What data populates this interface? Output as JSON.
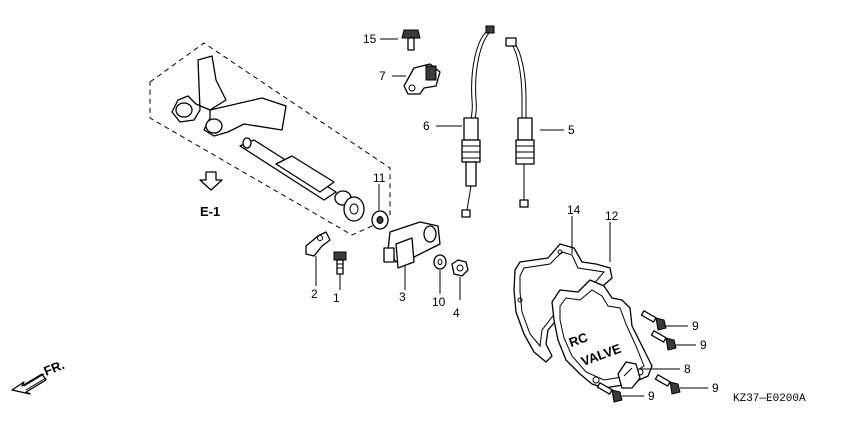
{
  "diagram": {
    "section_reference": "E-1",
    "direction_label": "FR.",
    "drawing_code": "KZ37—E0200A",
    "valve_cover_text": [
      "RC",
      "VALVE"
    ],
    "callouts": [
      "15",
      "7",
      "6",
      "5",
      "11",
      "2",
      "1",
      "3",
      "10",
      "4",
      "12",
      "14",
      "9",
      "9",
      "8",
      "9",
      "9"
    ]
  }
}
